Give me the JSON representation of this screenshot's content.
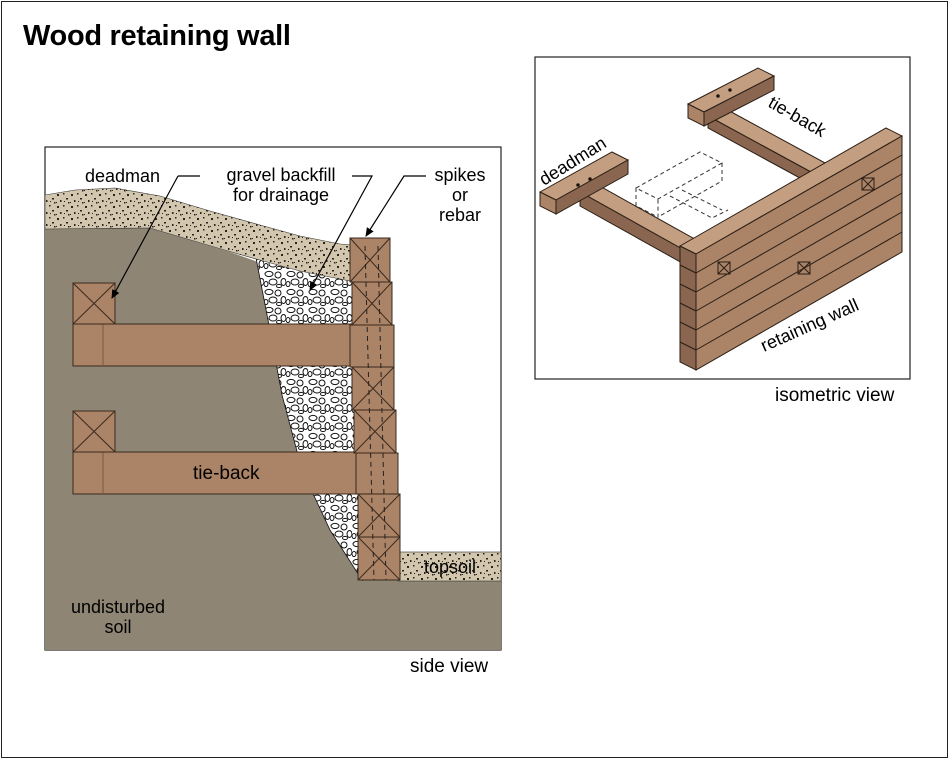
{
  "title": "Wood retaining wall",
  "side_view": {
    "caption": "side view",
    "labels": {
      "deadman": "deadman",
      "gravel_line1": "gravel backfill",
      "gravel_line2": "for drainage",
      "spikes_line1": "spikes",
      "spikes_line2": "or",
      "spikes_line3": "rebar",
      "tie_back": "tie-back",
      "topsoil": "topsoil",
      "soil_line1": "undisturbed",
      "soil_line2": "soil"
    }
  },
  "isometric_view": {
    "caption": "isometric view",
    "labels": {
      "deadman": "deadman",
      "tie_back": "tie-back",
      "retaining_wall": "retaining wall"
    }
  },
  "colors": {
    "soil": "#8e8574",
    "wood": "#ab8366",
    "wood_dark": "#8a6650",
    "topsoil": "#d3c6ae",
    "gravel_bg": "#ffffff"
  }
}
